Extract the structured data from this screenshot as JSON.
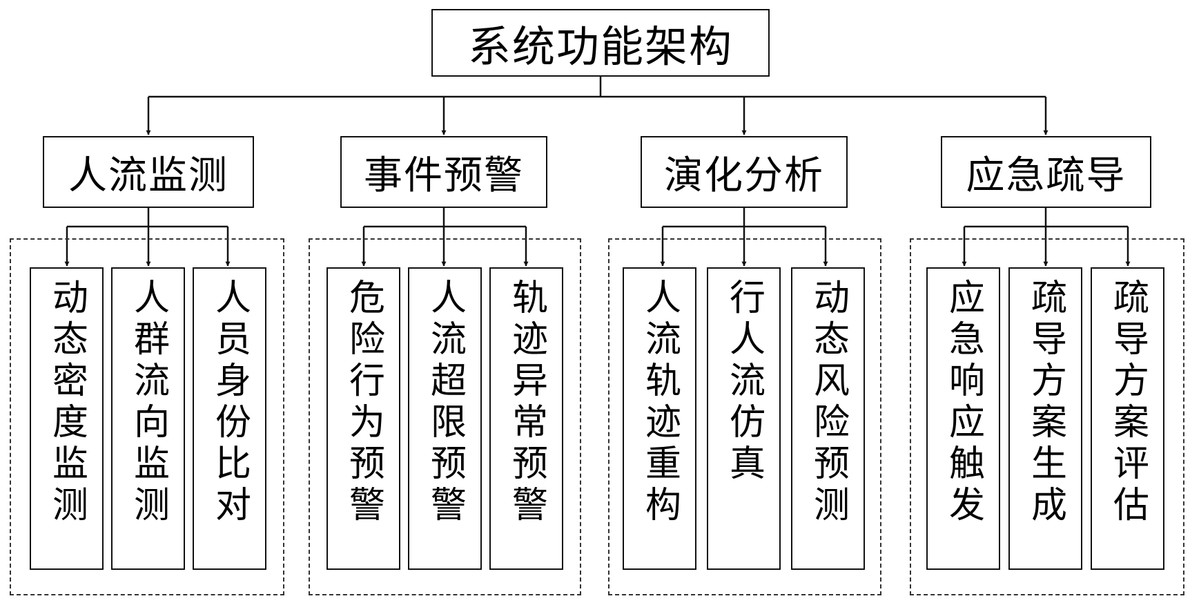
{
  "root": {
    "label": "系统功能架构"
  },
  "categories": [
    {
      "label": "人流监测",
      "items": [
        {
          "label": "动态密度监测"
        },
        {
          "label": "人群流向监测"
        },
        {
          "label": "人员身份比对"
        }
      ]
    },
    {
      "label": "事件预警",
      "items": [
        {
          "label": "危险行为预警"
        },
        {
          "label": "人流超限预警"
        },
        {
          "label": "轨迹异常预警"
        }
      ]
    },
    {
      "label": "演化分析",
      "items": [
        {
          "label": "人流轨迹重构"
        },
        {
          "label": "行人流仿真"
        },
        {
          "label": "动态风险预测"
        }
      ]
    },
    {
      "label": "应急疏导",
      "items": [
        {
          "label": "应急响应触发"
        },
        {
          "label": "疏导方案生成"
        },
        {
          "label": "疏导方案评估"
        }
      ]
    }
  ]
}
